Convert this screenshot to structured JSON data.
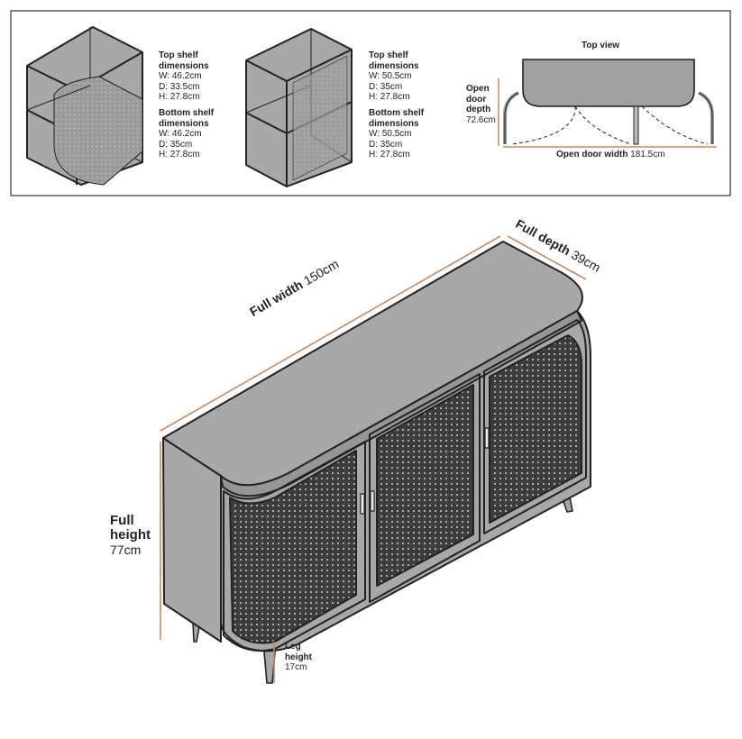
{
  "colors": {
    "body_fill": "#a7a8a7",
    "outline": "#222222",
    "mesh_fill": "#3c3c3c",
    "measure_line": "#c98a5c",
    "top_view_fill": "#9fa09f"
  },
  "top_shelf_left": {
    "title_line1": "Top shelf",
    "title_line2": "dimensions",
    "w": "W: 46.2cm",
    "d": "D: 33.5cm",
    "h": "H: 27.8cm"
  },
  "bottom_shelf_left": {
    "title_line1": "Bottom shelf",
    "title_line2": "dimensions",
    "w": "W: 46.2cm",
    "d": "D: 35cm",
    "h": "H: 27.8cm"
  },
  "top_shelf_right": {
    "title_line1": "Top shelf",
    "title_line2": "dimensions",
    "w": "W: 50.5cm",
    "d": "D: 35cm",
    "h": "H: 27.8cm"
  },
  "bottom_shelf_right": {
    "title_line1": "Bottom shelf",
    "title_line2": "dimensions",
    "w": "W: 50.5cm",
    "d": "D: 35cm",
    "h": "H: 27.8cm"
  },
  "top_view": {
    "title": "Top view",
    "open_door_depth_line1": "Open",
    "open_door_depth_line2": "door",
    "open_door_depth_line3": "depth",
    "open_door_depth_value": "72.6cm",
    "open_door_width_label": "Open door width",
    "open_door_width_value": "181.5cm"
  },
  "main": {
    "full_width_label": "Full width",
    "full_width_value": "150cm",
    "full_depth_label": "Full depth",
    "full_depth_value": "39cm",
    "full_height_line1": "Full",
    "full_height_line2": "height",
    "full_height_value": "77cm",
    "leg_height_line1": "Leg",
    "leg_height_line2": "height",
    "leg_height_value": "17cm"
  }
}
